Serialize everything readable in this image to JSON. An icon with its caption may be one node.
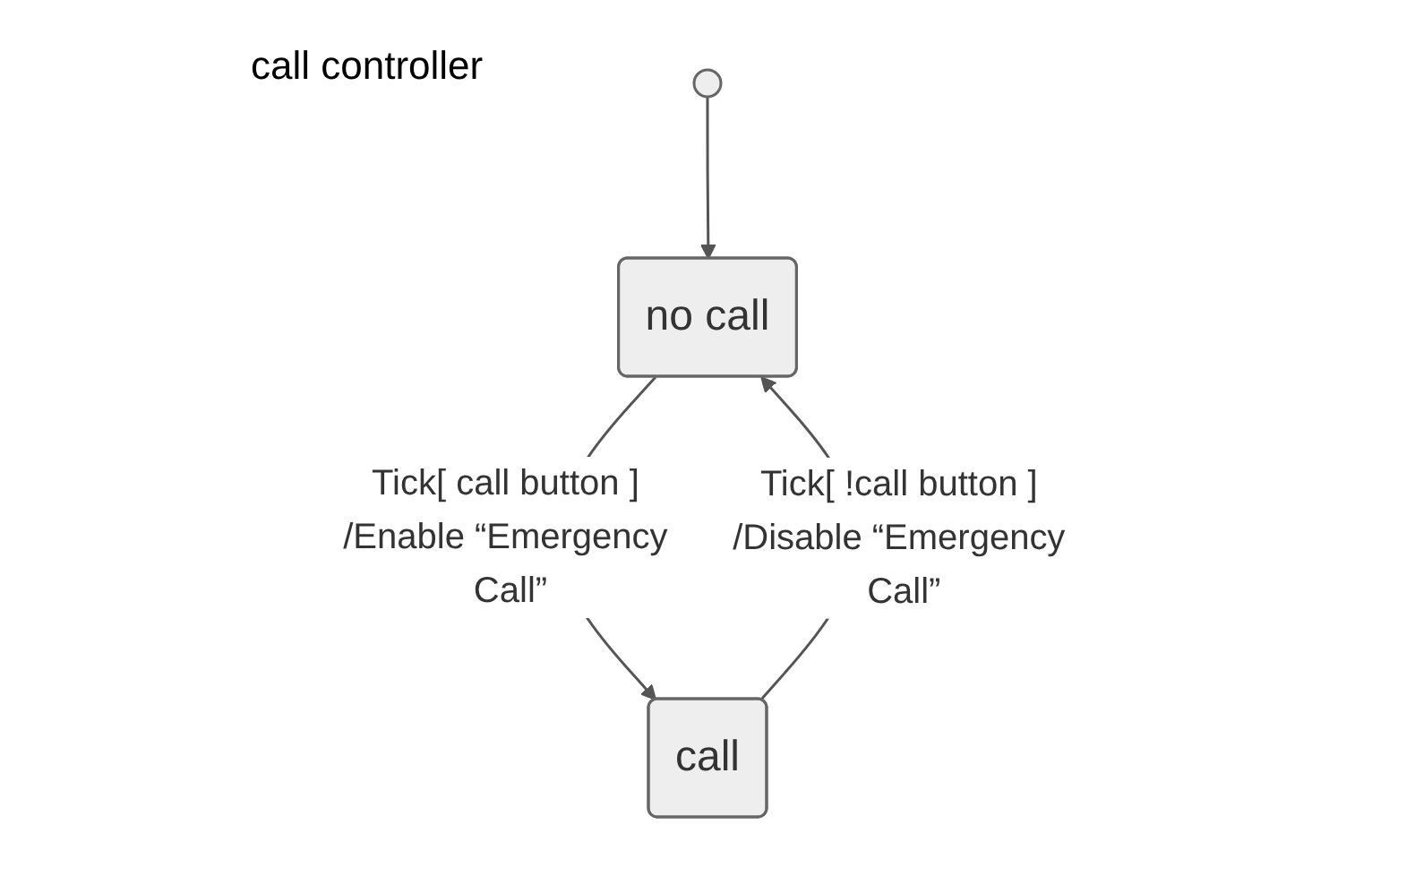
{
  "diagram": {
    "nodes": [
      {
        "text": [],
        "shape": "circle"
      },
      {
        "text": [
          "no call"
        ]
      },
      {
        "text": [
          "call"
        ]
      }
    ],
    "edges": [
      {
        "from": 0,
        "to": 1,
        "arrow": "to"
      },
      {
        "from": 1,
        "to": 2,
        "arrow": "to",
        "label": "Tick[ call button ] /Enable “Emergency Call”"
      },
      {
        "from": 2,
        "to": 1,
        "arrow": "to",
        "label": "Tick[ !call button ] /Disable “Emergency Call”"
      }
    ],
    "labels": [
      "call controller"
    ]
  }
}
